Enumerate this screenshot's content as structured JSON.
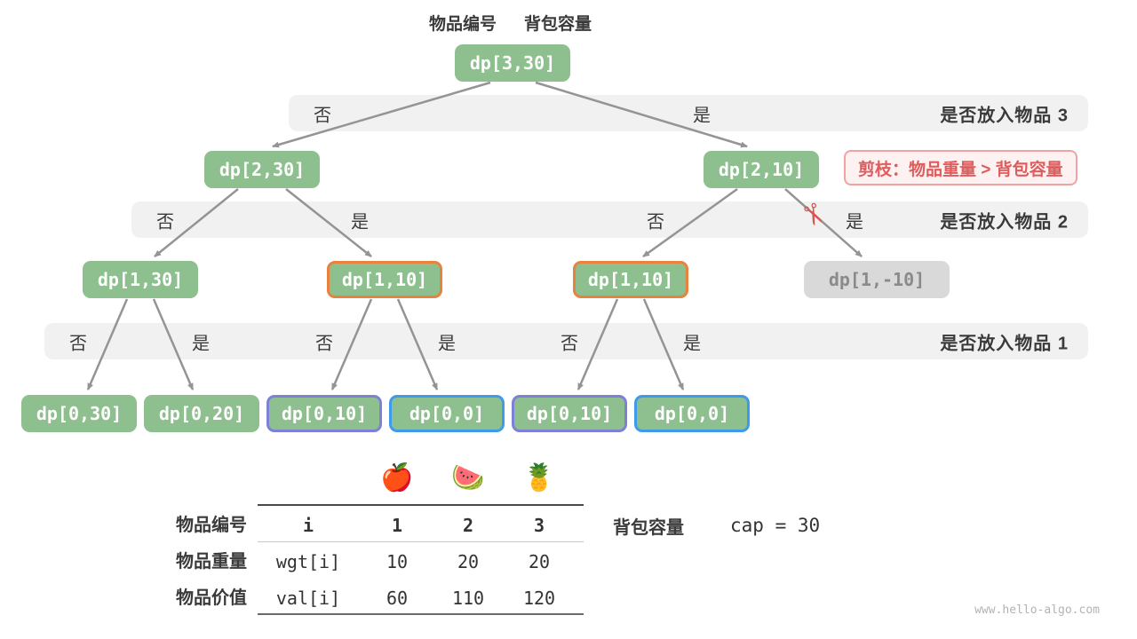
{
  "header": {
    "item_id_label": "物品编号",
    "capacity_label": "背包容量"
  },
  "tree": {
    "root": {
      "text": "dp[3,30]"
    },
    "level2": [
      {
        "text": "dp[2,30]"
      },
      {
        "text": "dp[2,10]"
      }
    ],
    "level3": [
      {
        "text": "dp[1,30]"
      },
      {
        "text": "dp[1,10]"
      },
      {
        "text": "dp[1,10]"
      },
      {
        "text": "dp[1,-10]"
      }
    ],
    "level4": [
      {
        "text": "dp[0,30]"
      },
      {
        "text": "dp[0,20]"
      },
      {
        "text": "dp[0,10]"
      },
      {
        "text": "dp[0,0]"
      },
      {
        "text": "dp[0,10]"
      },
      {
        "text": "dp[0,0]"
      }
    ]
  },
  "bands": [
    {
      "choices": [
        "否",
        "是"
      ],
      "label": "是否放入物品 3"
    },
    {
      "choices": [
        "否",
        "是",
        "否",
        "是"
      ],
      "label": "是否放入物品 2"
    },
    {
      "choices": [
        "否",
        "是",
        "否",
        "是",
        "否",
        "是"
      ],
      "label": "是否放入物品 1"
    }
  ],
  "pruning_note": {
    "text": "剪枝：物品重量 > 背包容量"
  },
  "scissors_icon": "✂",
  "table": {
    "fruit_icons": [
      "🍎",
      "🍉",
      "🍍"
    ],
    "header_row": {
      "label": "物品编号",
      "key": "i",
      "values": [
        "1",
        "2",
        "3"
      ]
    },
    "weight_row": {
      "label": "物品重量",
      "key": "wgt[i]",
      "values": [
        "10",
        "20",
        "20"
      ]
    },
    "value_row": {
      "label": "物品价值",
      "key": "val[i]",
      "values": [
        "60",
        "110",
        "120"
      ]
    }
  },
  "capacity": {
    "label": "背包容量",
    "value": "cap = 30"
  },
  "watermark": "www.hello-algo.com",
  "colors": {
    "node_green": "#8ebf8e",
    "band_gray": "#f1f1f2",
    "highlight_orange": "#e8823c",
    "highlight_purple": "#7d80d5",
    "highlight_blue": "#3e9be9",
    "pruned_gray": "#d9d9d9",
    "annotation_red": "#e05c5c",
    "arrow_gray": "#999999"
  }
}
